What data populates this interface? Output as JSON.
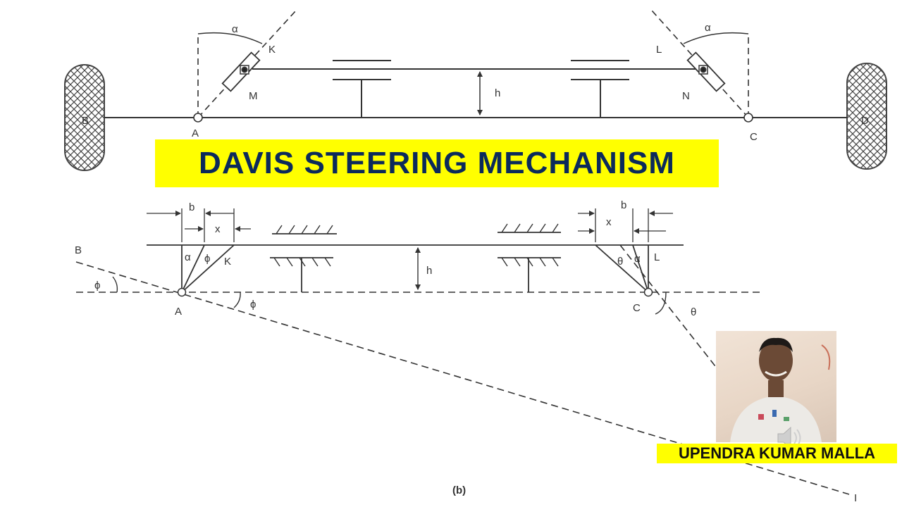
{
  "title": "DAVIS STEERING MECHANISM",
  "author_name": "UPENDRA KUMAR MALLA",
  "figure_caption": "(b)",
  "top_labels": {
    "alpha_left": "α",
    "alpha_right": "α",
    "K": "K",
    "L": "L",
    "M": "M",
    "N": "N",
    "h": "h",
    "B": "B",
    "A": "A",
    "C": "C",
    "D": "D"
  },
  "bottom_labels": {
    "b_left": "b",
    "x_left": "x",
    "alpha_left": "α",
    "phi_left": "ϕ",
    "K": "K",
    "h": "h",
    "B": "B",
    "phi_B": "ϕ",
    "A": "A",
    "phi_A": "ϕ",
    "b_right": "b",
    "x_right": "x",
    "theta_L": "θ",
    "alpha_right": "α",
    "L": "L",
    "C": "C",
    "theta_C": "θ",
    "I": "I"
  },
  "colors": {
    "title_bg": "#ffff00",
    "title_fg": "#0b2a5b",
    "name_bg": "#ffff00",
    "line": "#333333"
  },
  "icons": {
    "wheel_pattern": "crosshatch-wheel-icon",
    "photo": "presenter-photo-icon",
    "speaker": "speaker-icon"
  }
}
